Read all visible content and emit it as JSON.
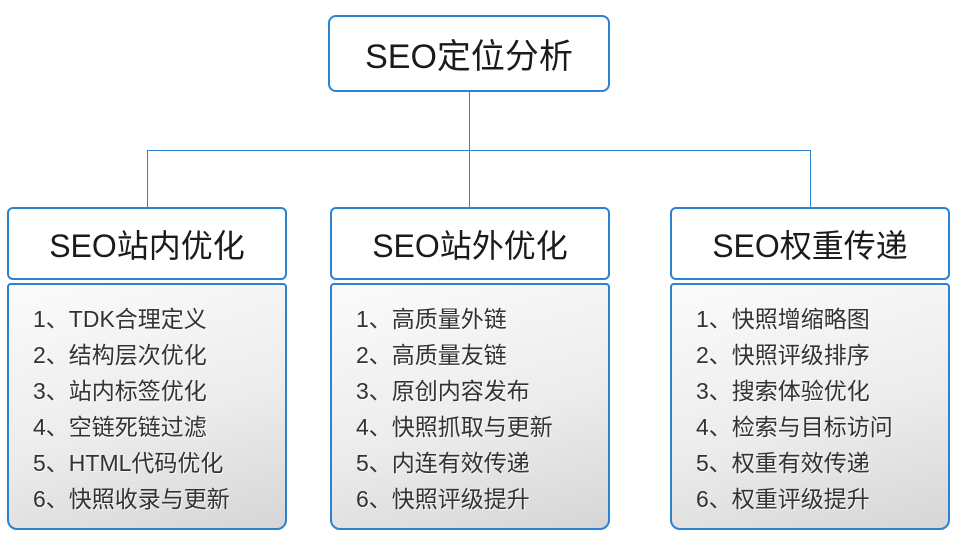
{
  "root": {
    "title": "SEO定位分析"
  },
  "columns": [
    {
      "title": "SEO站内优化",
      "items": [
        "1、TDK合理定义",
        "2、结构层次优化",
        "3、站内标签优化",
        "4、空链死链过滤",
        "5、HTML代码优化",
        "6、快照收录与更新"
      ]
    },
    {
      "title": "SEO站外优化",
      "items": [
        "1、高质量外链",
        "2、高质量友链",
        "3、原创内容发布",
        "4、快照抓取与更新",
        "5、内连有效传递",
        "6、快照评级提升"
      ]
    },
    {
      "title": "SEO权重传递",
      "items": [
        "1、快照增缩略图",
        "2、快照评级排序",
        "3、搜索体验优化",
        "4、检索与目标访问",
        "5、权重有效传递",
        "6、权重评级提升"
      ]
    }
  ],
  "colors": {
    "accent": "#2b82d3",
    "heading_text": "#1b1b1b",
    "item_text": "#333333",
    "panel_gradient_top": "#fbfbfb",
    "panel_gradient_bottom": "#d6d6d6"
  }
}
